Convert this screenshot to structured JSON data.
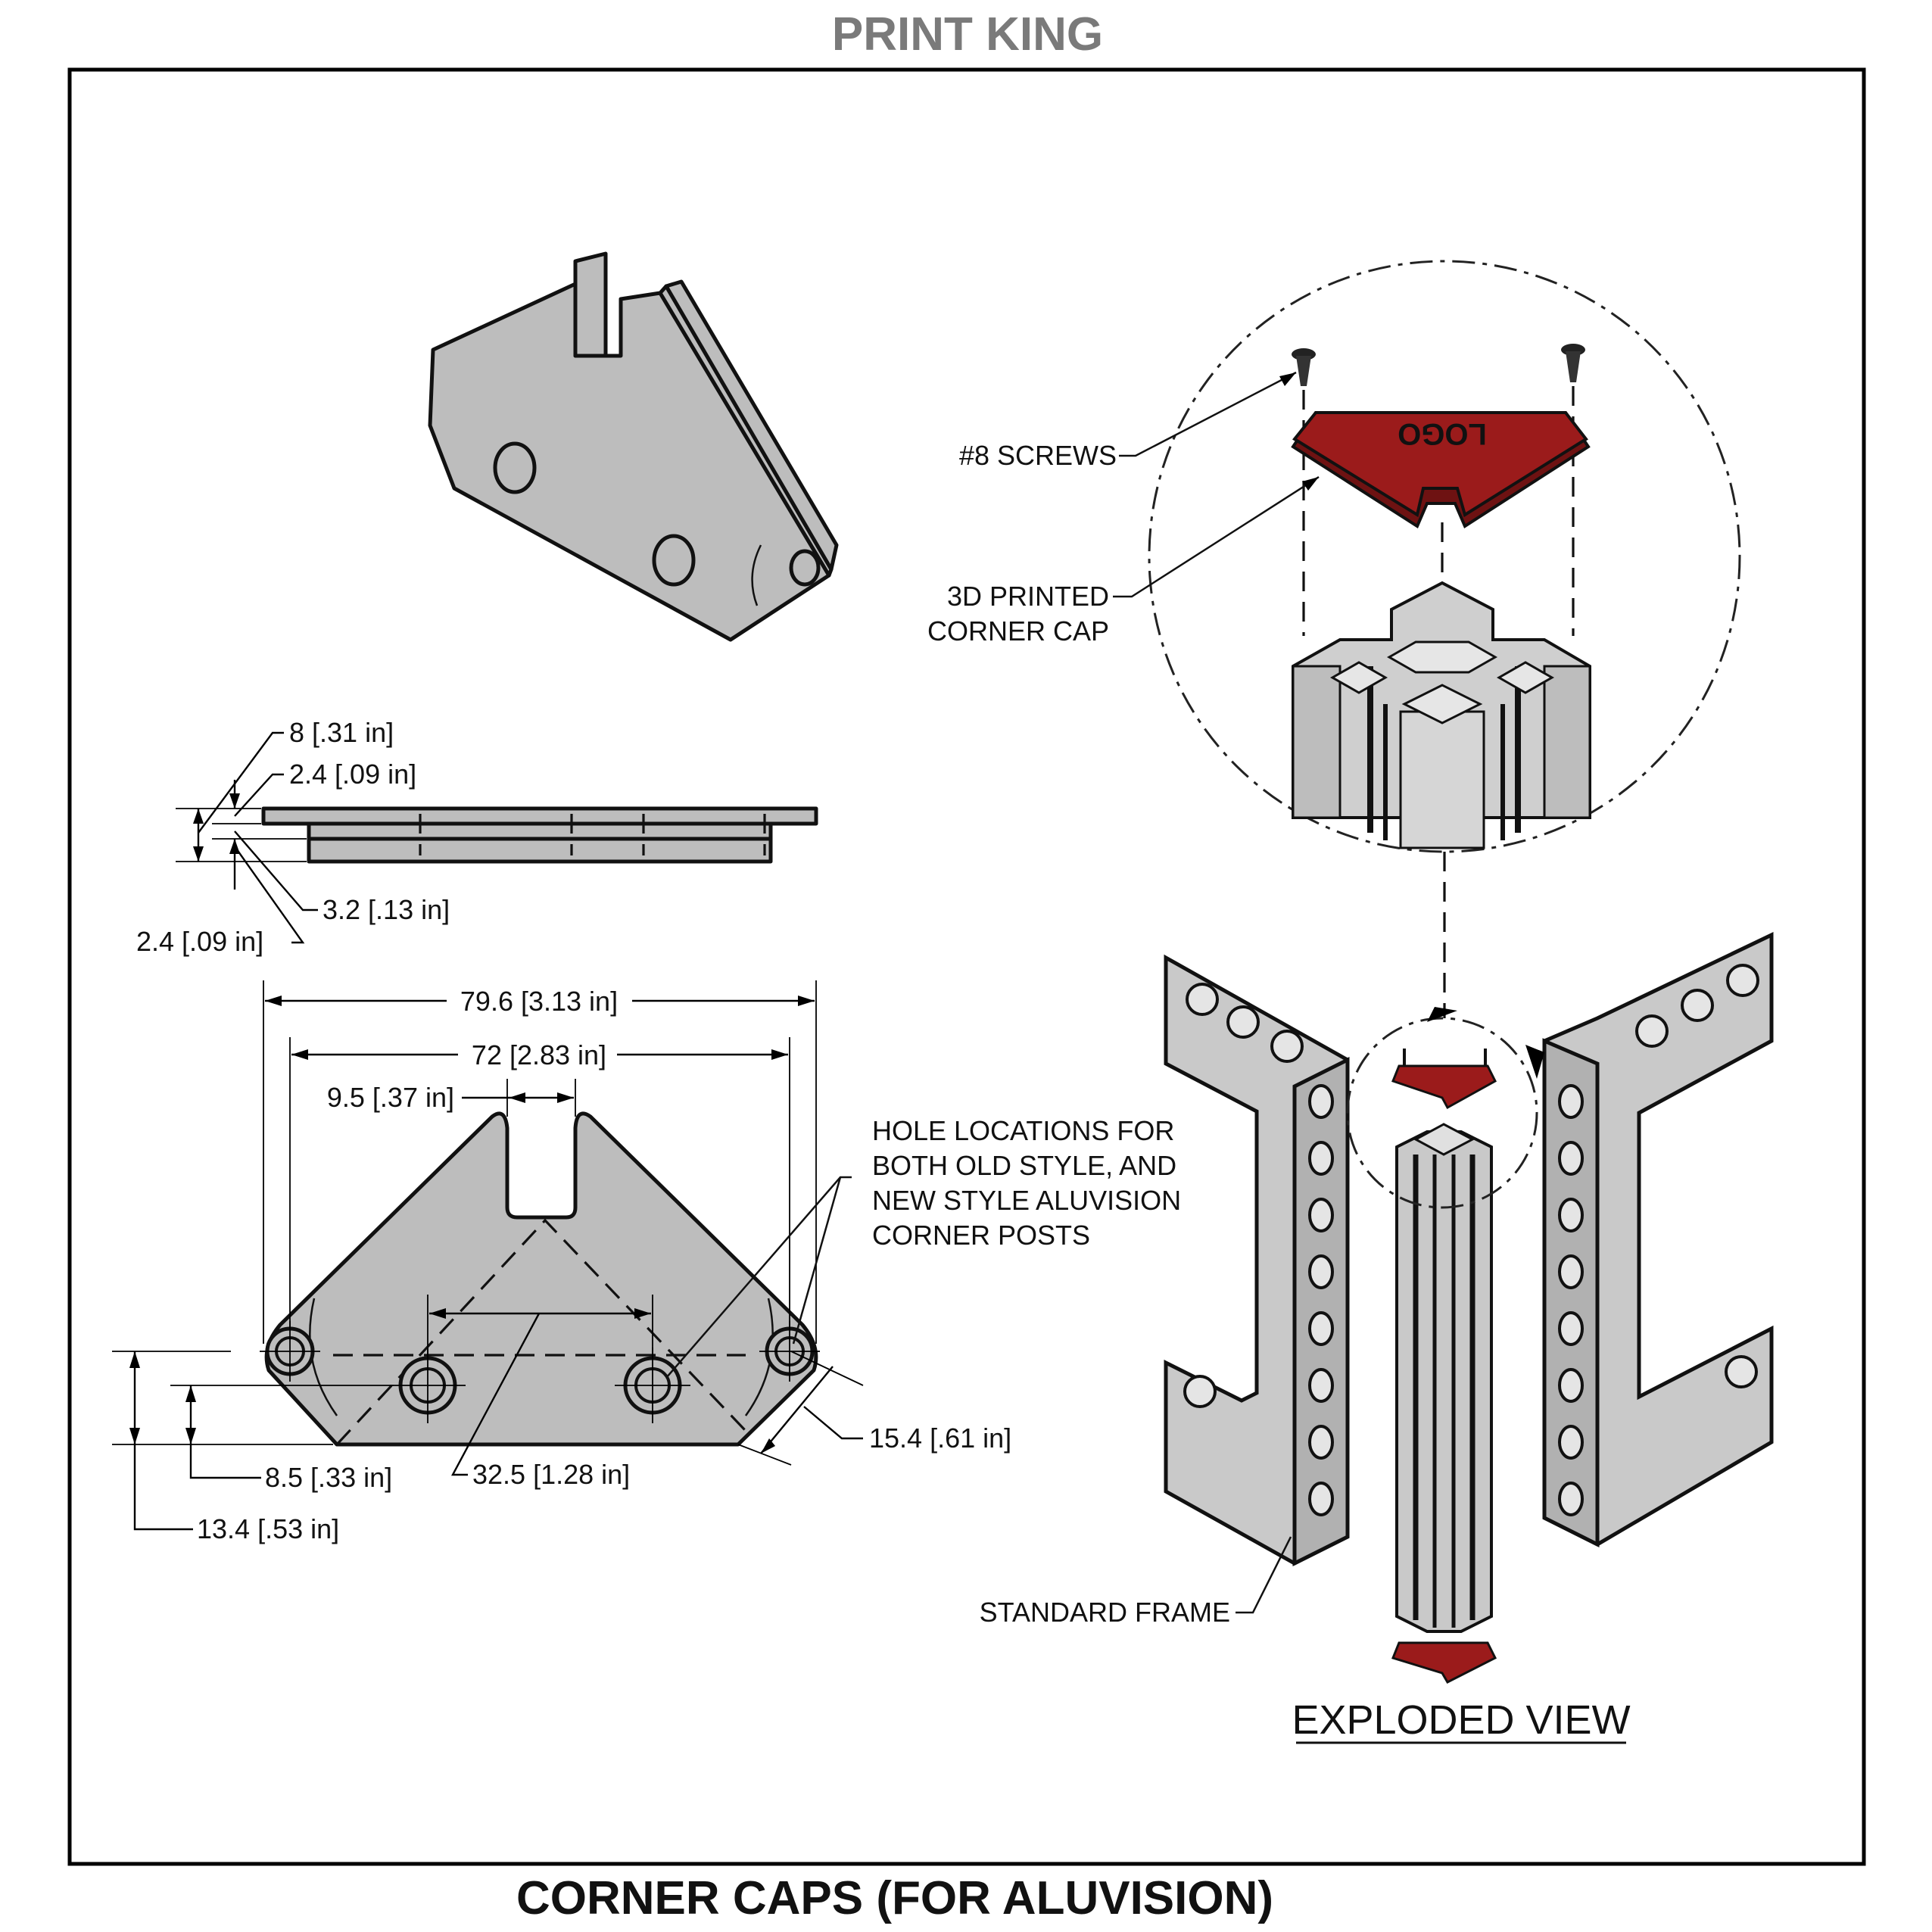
{
  "header": {
    "title": "PRINT KING"
  },
  "footer": {
    "title": "CORNER CAPS (FOR ALUVISION)"
  },
  "side_view_dims": {
    "overall_thickness": "8 [.31 in]",
    "top_flange": "2.4 [.09 in]",
    "web": "3.2 [.13 in]",
    "bottom_flange": "2.4 [.09 in]"
  },
  "plan_view_dims": {
    "overall_width": "79.6 [3.13 in]",
    "hole_span": "72 [2.83 in]",
    "slot_width": "9.5 [.37 in]",
    "inner_hole_offset": "8.5 [.33 in]",
    "outer_hole_offset": "13.4 [.53 in]",
    "inner_hole_span": "32.5 [1.28 in]",
    "edge_distance": "15.4 [.61 in]"
  },
  "notes": {
    "hole_note_lines": [
      "HOLE LOCATIONS FOR",
      "BOTH OLD STYLE, AND",
      "NEW STYLE ALUVISION",
      "CORNER POSTS"
    ]
  },
  "exploded_view": {
    "screws_label": "#8 SCREWS",
    "cap_label_lines": [
      "3D PRINTED",
      "CORNER CAP"
    ],
    "cap_logo": "LOGO",
    "frame_label": "STANDARD FRAME",
    "title": "EXPLODED VIEW"
  },
  "colors": {
    "border": "#000000",
    "part_fill": "#bdbdbd",
    "cap_red": "#9b1b1b",
    "header_gray": "#7a7a7a"
  }
}
